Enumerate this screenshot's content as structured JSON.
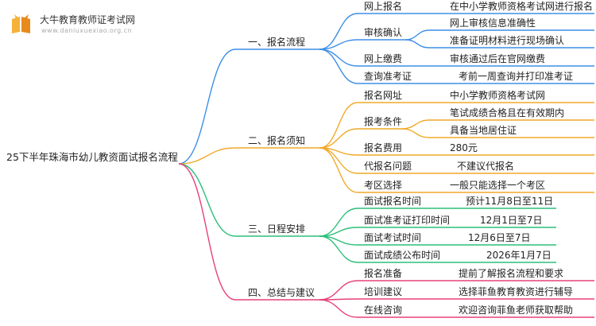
{
  "watermark": {
    "site_name": "大牛教育教师证考试网",
    "url": "www.daniuxuexiao.org.cn"
  },
  "colors": {
    "blue": "#3d8fe6",
    "orange": "#f1a928",
    "green": "#2dbf7a",
    "pink": "#e8407a"
  },
  "root": "25下半年珠海市幼儿教资面试报名流程",
  "sections": [
    {
      "label": "一、报名流程",
      "items": [
        {
          "label": "网上报名",
          "details": [
            "在中小学教师资格考试网进行报名"
          ]
        },
        {
          "label": "审核确认",
          "details": [
            "网上审核信息准确性",
            "准备证明材料进行现场确认"
          ]
        },
        {
          "label": "网上缴费",
          "details": [
            "审核通过后在官网缴费"
          ]
        },
        {
          "label": "查询准考证",
          "details": [
            "考前一周查询并打印准考证"
          ]
        }
      ]
    },
    {
      "label": "二、报名须知",
      "items": [
        {
          "label": "报名网址",
          "details": [
            "中小学教师资格考试网"
          ]
        },
        {
          "label": "报考条件",
          "details": [
            "笔试成绩合格且在有效期内",
            "具备当地居住证"
          ]
        },
        {
          "label": "报名费用",
          "details": [
            "280元"
          ]
        },
        {
          "label": "代报名问题",
          "details": [
            "不建议代报名"
          ]
        },
        {
          "label": "考区选择",
          "details": [
            "一般只能选择一个考区"
          ]
        }
      ]
    },
    {
      "label": "三、日程安排",
      "items": [
        {
          "label": "面试报名时间",
          "details": [
            "预计11月8日至11日"
          ]
        },
        {
          "label": "面试准考证打印时间",
          "details": [
            "12月1日至7日"
          ]
        },
        {
          "label": "面试考试时间",
          "details": [
            "12月6日至7日"
          ]
        },
        {
          "label": "面试成绩公布时间",
          "details": [
            "2026年1月7日"
          ]
        }
      ]
    },
    {
      "label": "四、总结与建议",
      "items": [
        {
          "label": "报名准备",
          "details": [
            "提前了解报名流程和要求"
          ]
        },
        {
          "label": "培训建议",
          "details": [
            "选择菲鱼教育教资进行辅导"
          ]
        },
        {
          "label": "在线咨询",
          "details": [
            "欢迎咨询菲鱼老师获取帮助"
          ]
        }
      ]
    }
  ]
}
